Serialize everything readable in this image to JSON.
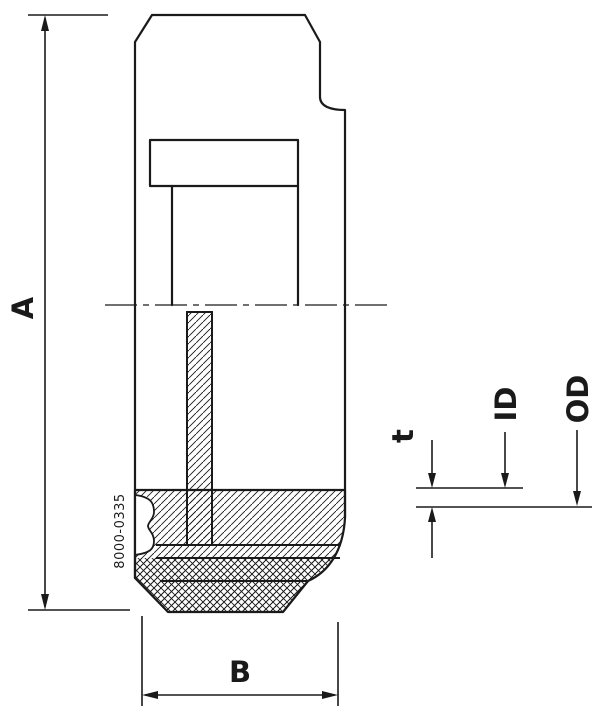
{
  "drawing": {
    "type": "technical-section-drawing",
    "labels": {
      "dim_a": "A",
      "dim_b": "B",
      "thickness": "t",
      "inner_diameter": "ID",
      "outer_diameter": "OD"
    },
    "part_number": "8000-0335",
    "line_color": "#1a1a1a",
    "background_color": "#ffffff"
  }
}
